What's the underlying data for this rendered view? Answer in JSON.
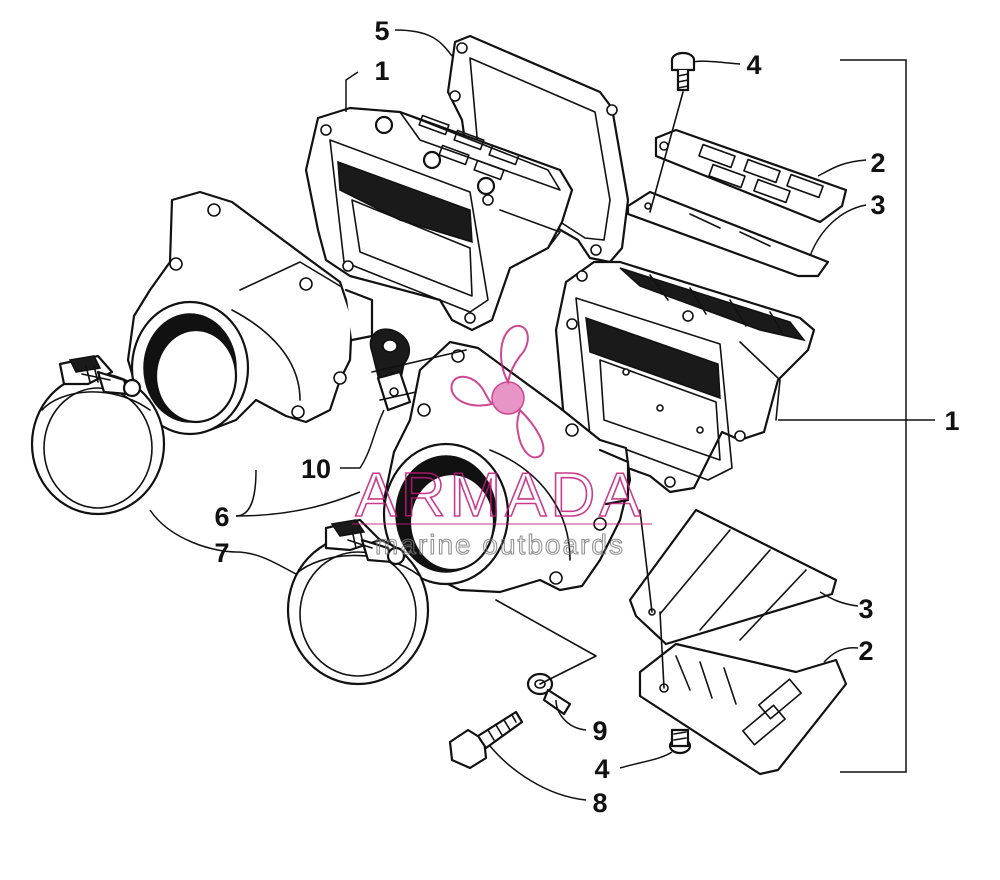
{
  "watermark": {
    "brand": "ARMADA",
    "tagline": "marine outboards",
    "brand_color": "#c2187a",
    "icon": "propeller-logo-icon"
  },
  "callouts": [
    {
      "id": "c5",
      "label": "5"
    },
    {
      "id": "c1a",
      "label": "1"
    },
    {
      "id": "c4a",
      "label": "4"
    },
    {
      "id": "c2a",
      "label": "2"
    },
    {
      "id": "c3a",
      "label": "3"
    },
    {
      "id": "c1b",
      "label": "1"
    },
    {
      "id": "c10",
      "label": "10"
    },
    {
      "id": "c6",
      "label": "6"
    },
    {
      "id": "c7",
      "label": "7"
    },
    {
      "id": "c3b",
      "label": "3"
    },
    {
      "id": "c2b",
      "label": "2"
    },
    {
      "id": "c9",
      "label": "9"
    },
    {
      "id": "c4b",
      "label": "4"
    },
    {
      "id": "c8",
      "label": "8"
    }
  ]
}
